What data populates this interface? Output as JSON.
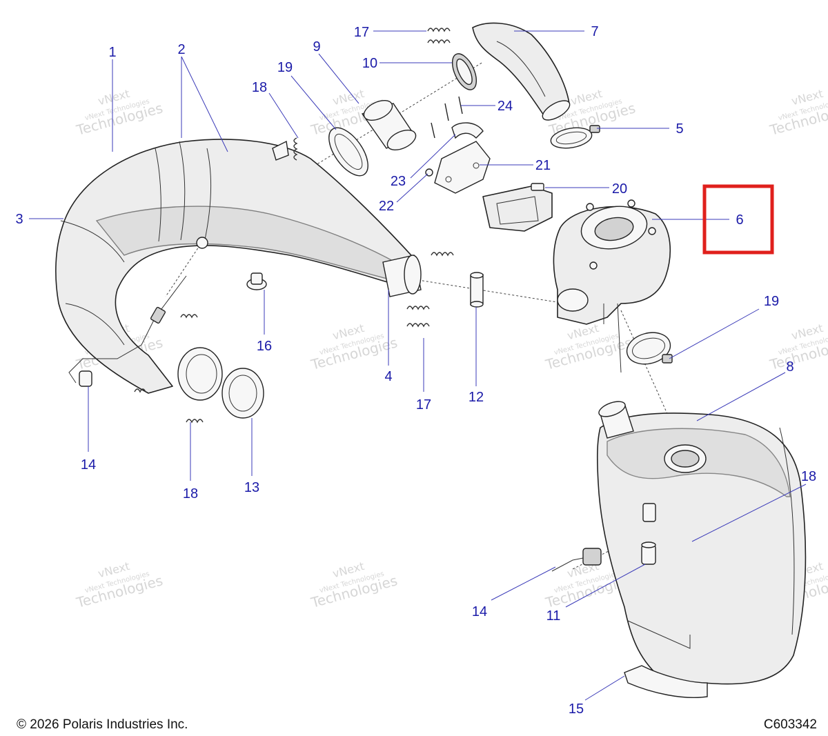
{
  "diagram": {
    "callouts": [
      {
        "id": "c1",
        "label": "1"
      },
      {
        "id": "c2",
        "label": "2"
      },
      {
        "id": "c3",
        "label": "3"
      },
      {
        "id": "c4",
        "label": "4"
      },
      {
        "id": "c5",
        "label": "5"
      },
      {
        "id": "c6",
        "label": "6"
      },
      {
        "id": "c7",
        "label": "7"
      },
      {
        "id": "c8",
        "label": "8"
      },
      {
        "id": "c9",
        "label": "9"
      },
      {
        "id": "c10",
        "label": "10"
      },
      {
        "id": "c11",
        "label": "11"
      },
      {
        "id": "c12",
        "label": "12"
      },
      {
        "id": "c13",
        "label": "13"
      },
      {
        "id": "c14a",
        "label": "14"
      },
      {
        "id": "c14b",
        "label": "14"
      },
      {
        "id": "c15",
        "label": "15"
      },
      {
        "id": "c16",
        "label": "16"
      },
      {
        "id": "c17a",
        "label": "17"
      },
      {
        "id": "c17b",
        "label": "17"
      },
      {
        "id": "c18a",
        "label": "18"
      },
      {
        "id": "c18b",
        "label": "18"
      },
      {
        "id": "c18c",
        "label": "18"
      },
      {
        "id": "c19a",
        "label": "19"
      },
      {
        "id": "c19b",
        "label": "19"
      },
      {
        "id": "c20",
        "label": "20"
      },
      {
        "id": "c21",
        "label": "21"
      },
      {
        "id": "c22",
        "label": "22"
      },
      {
        "id": "c23",
        "label": "23"
      },
      {
        "id": "c24",
        "label": "24"
      }
    ],
    "highlight": {
      "label": "6",
      "color": "#e0201c"
    },
    "watermark": {
      "line1": "vNext",
      "line2": "vNext Technologies",
      "line3": "Technologies"
    }
  },
  "footer": {
    "copyright": "© 2026 Polaris Industries Inc.",
    "drawing_id": "C603342"
  },
  "colors": {
    "callout_text": "#1a1aa8",
    "leader": "#3a3ab8",
    "highlight_box": "#e0201c"
  }
}
